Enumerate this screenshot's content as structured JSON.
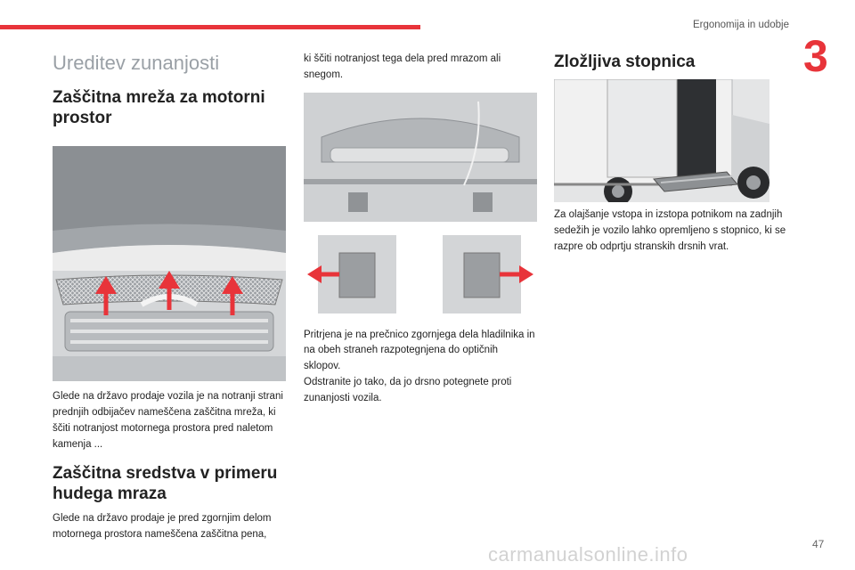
{
  "header": {
    "section": "Ergonomija in udobje",
    "chapter_number": "3"
  },
  "col1": {
    "title": "Ureditev zunanjosti",
    "h_grille": "Zaščitna mreža za motorni prostor",
    "p_grille": "Glede na državo prodaje vozila je na notranji strani prednjih odbijačev nameščena zaščitna mreža, ki ščiti notranjost motornega prostora pred naletom kamenja ...",
    "h_frost": "Zaščitna sredstva v primeru hudega mraza",
    "p_frost_start": "Glede na državo prodaje je pred zgornjim delom motornega prostora nameščena zaščitna pena,"
  },
  "col2": {
    "p_frost_cont": "ki ščiti notranjost tega dela pred mrazom ali snegom.",
    "p_fix1": "Pritrjena je na prečnico zgornjega dela hladilnika in na obeh straneh razpotegnjena do optičnih sklopov.",
    "p_fix2": "Odstranite jo tako, da jo drsno potegnete proti zunanjosti vozila."
  },
  "col3": {
    "h_step": "Zložljiva stopnica",
    "p_step": "Za olajšanje vstopa in izstopa potnikom na zadnjih sedežih je vozilo lahko opremljeno s stopnico, ki se razpre ob odprtju stranskih drsnih vrat."
  },
  "footer": {
    "page_number": "47",
    "watermark": "carmanualsonline.info"
  },
  "colors": {
    "accent": "#e8343a",
    "title_gray": "#9aa0a6"
  }
}
